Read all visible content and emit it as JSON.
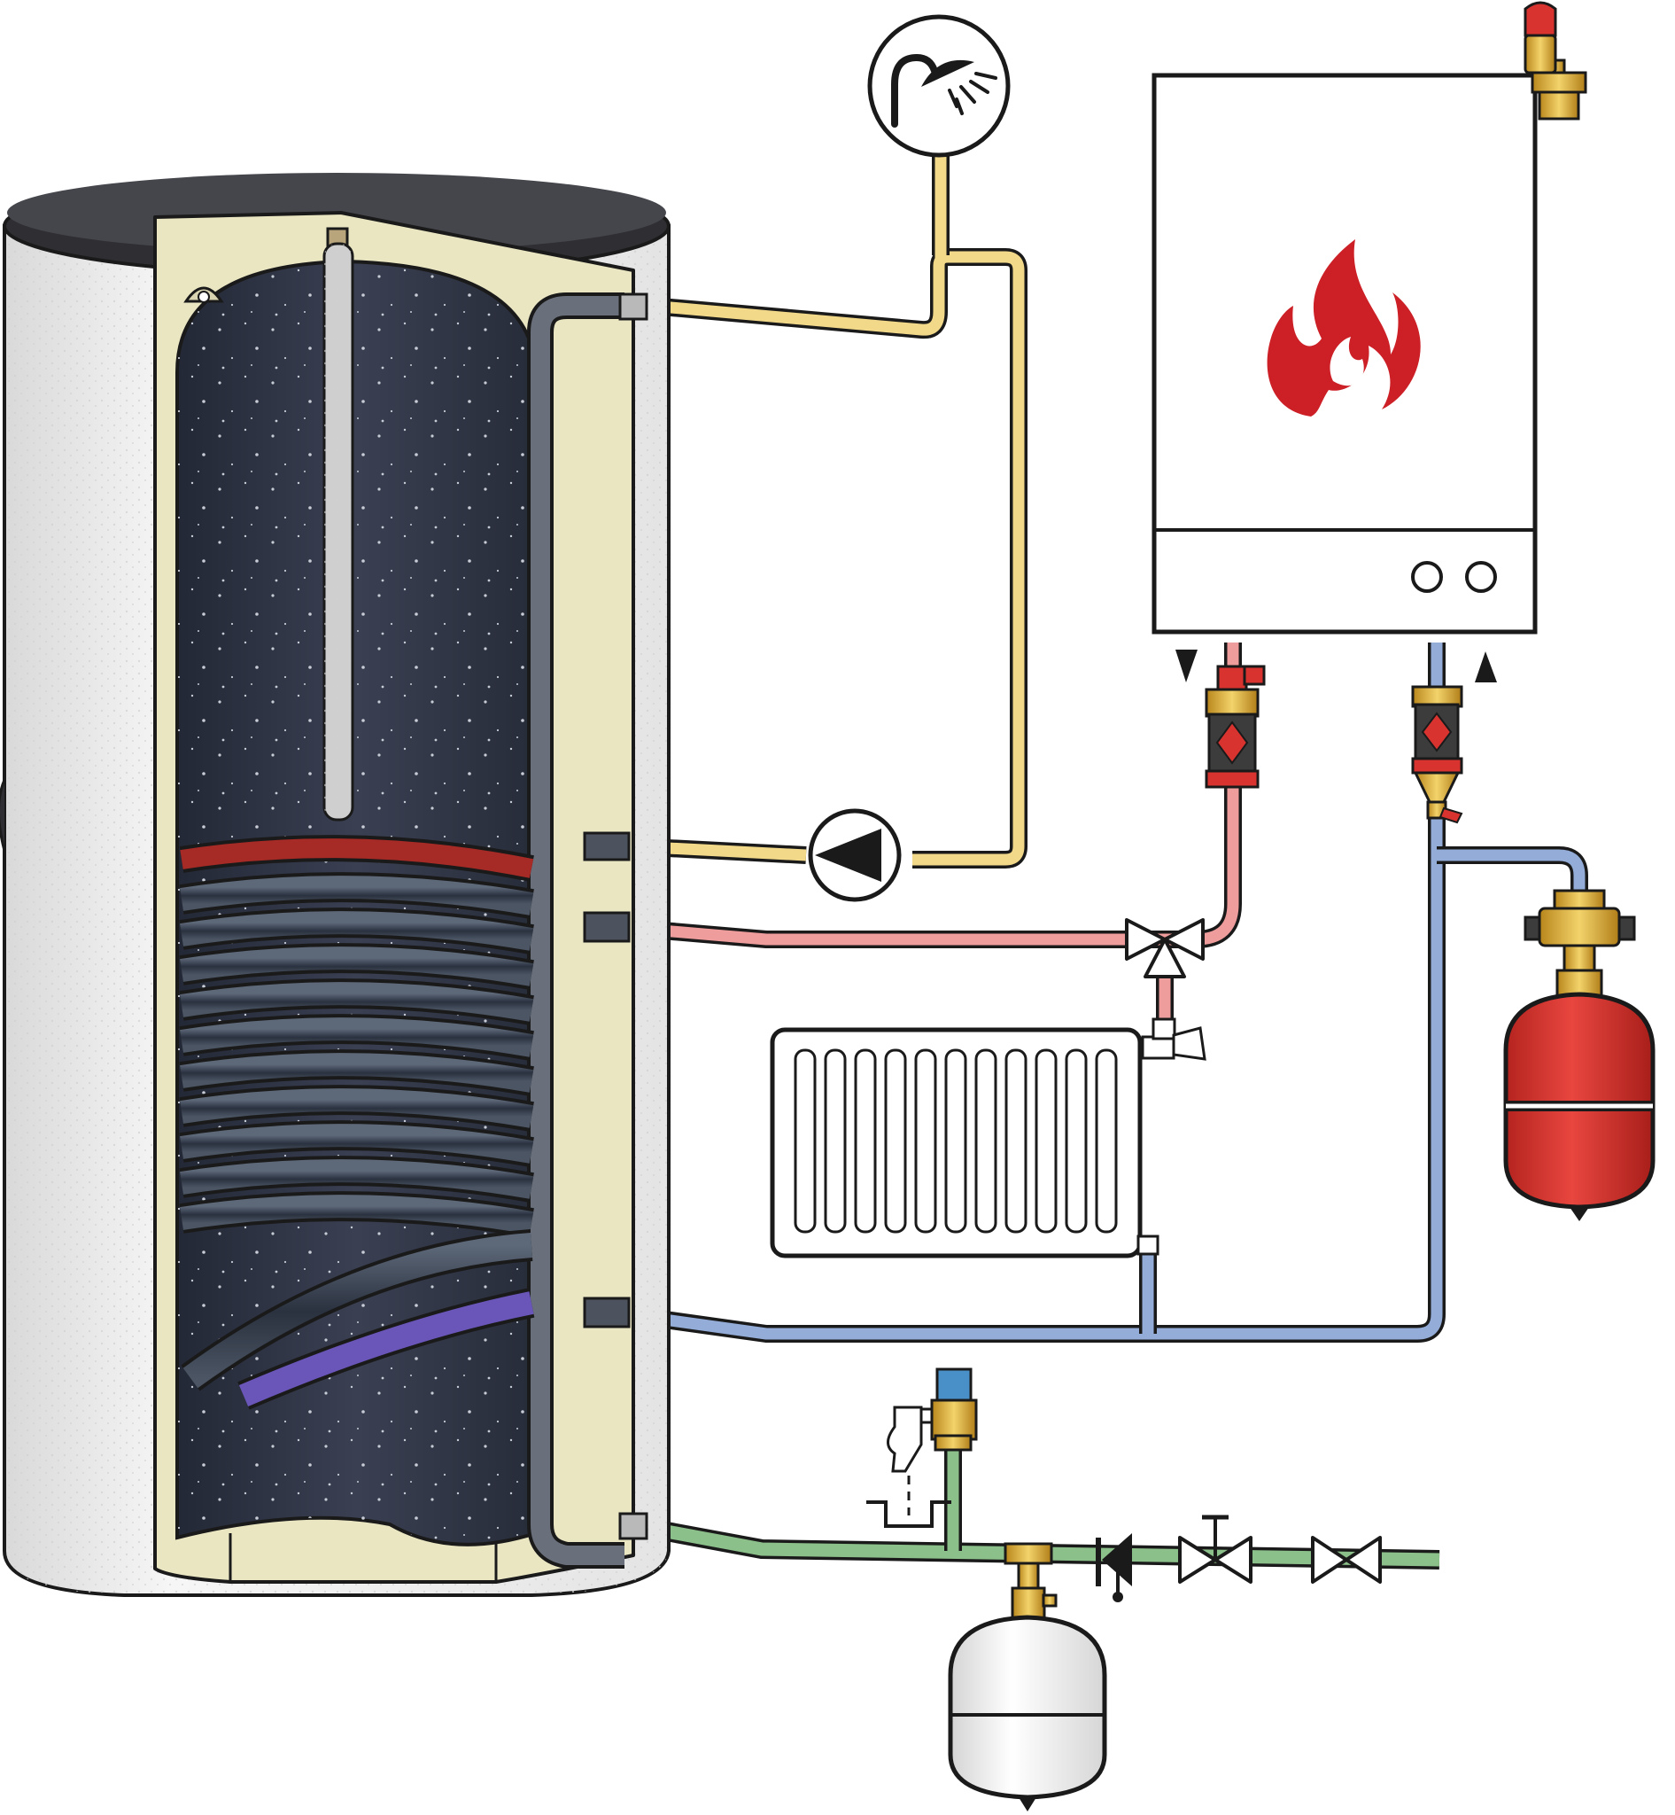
{
  "diagram": {
    "type": "domestic hot water cylinder with indirect heating coil, boiler and heating circuit",
    "components": [
      {
        "id": "storage-tank",
        "icon": "hot-water-cylinder-cutaway"
      },
      {
        "id": "anode-rod",
        "icon": "anode-rod"
      },
      {
        "id": "heating-coil",
        "icon": "coil"
      },
      {
        "id": "shower",
        "icon": "shower-icon"
      },
      {
        "id": "circulation-pump",
        "icon": "pump-icon"
      },
      {
        "id": "boiler",
        "icon": "flame-icon"
      },
      {
        "id": "three-way-valve",
        "icon": "three-way-valve-icon"
      },
      {
        "id": "radiator",
        "icon": "radiator-icon"
      },
      {
        "id": "heating-expansion-vessel",
        "icon": "expansion-vessel"
      },
      {
        "id": "potable-expansion-vessel",
        "icon": "expansion-vessel"
      },
      {
        "id": "safety-valve",
        "icon": "safety-valve"
      },
      {
        "id": "check-valve",
        "icon": "check-valve-icon"
      },
      {
        "id": "shutoff-valve",
        "icon": "gate-valve-icon"
      }
    ],
    "colors": {
      "hot_water_pipe": "#f2d98a",
      "heating_flow": "#ef9c9c",
      "heating_return": "#93acd8",
      "cold_water": "#8cc08a",
      "tank_interior": "#2e3444",
      "insulation": "#eae6c2",
      "flame": "#cc1f26",
      "expansion_vessel_heating": "#d8332e",
      "tank_lid": "#2f2f33"
    }
  }
}
